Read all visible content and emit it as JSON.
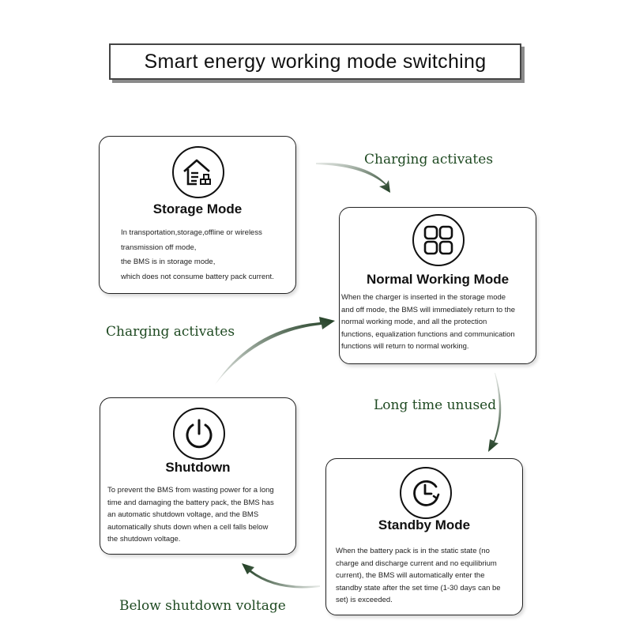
{
  "title": "Smart energy working mode switching",
  "cards": {
    "storage": {
      "title": "Storage Mode",
      "lines": [
        "In transportation,storage,offline or wireless",
        "transmission off mode,",
        "the BMS is in storage mode,",
        "which does not consume battery pack current."
      ]
    },
    "normal": {
      "title": "Normal Working Mode",
      "lines": [
        "When the charger is inserted in the storage mode",
        "and off mode, the BMS will immediately return to the",
        "normal working mode, and all the protection",
        "functions, equalization functions and communication",
        "functions will return to normal working."
      ]
    },
    "shutdown": {
      "title": "Shutdown",
      "lines": [
        "To prevent the BMS from wasting power for a long",
        "time and damaging the battery pack, the BMS has",
        "an automatic shutdown voltage, and the BMS",
        "automatically shuts down when a cell falls below",
        "the shutdown voltage."
      ]
    },
    "standby": {
      "title": "Standby Mode",
      "lines": [
        "When the battery pack is in the static state (no",
        "charge and discharge current and no equilibrium",
        "current), the BMS will automatically enter the",
        "standby state after the set time (1-30 days can be",
        "set) is exceeded."
      ]
    }
  },
  "transitions": {
    "storage_to_normal": "Charging activates",
    "shutdown_to_normal": "Charging activates",
    "normal_to_standby": "Long time unused",
    "standby_to_shutdown": "Below shutdown voltage"
  },
  "icons": {
    "storage": "house-with-boxes-icon",
    "normal": "grid-four-squares-icon",
    "shutdown": "power-icon",
    "standby": "clock-rotate-icon"
  },
  "colors": {
    "arrow": "#1f3d22",
    "label": "#1f4a22"
  }
}
